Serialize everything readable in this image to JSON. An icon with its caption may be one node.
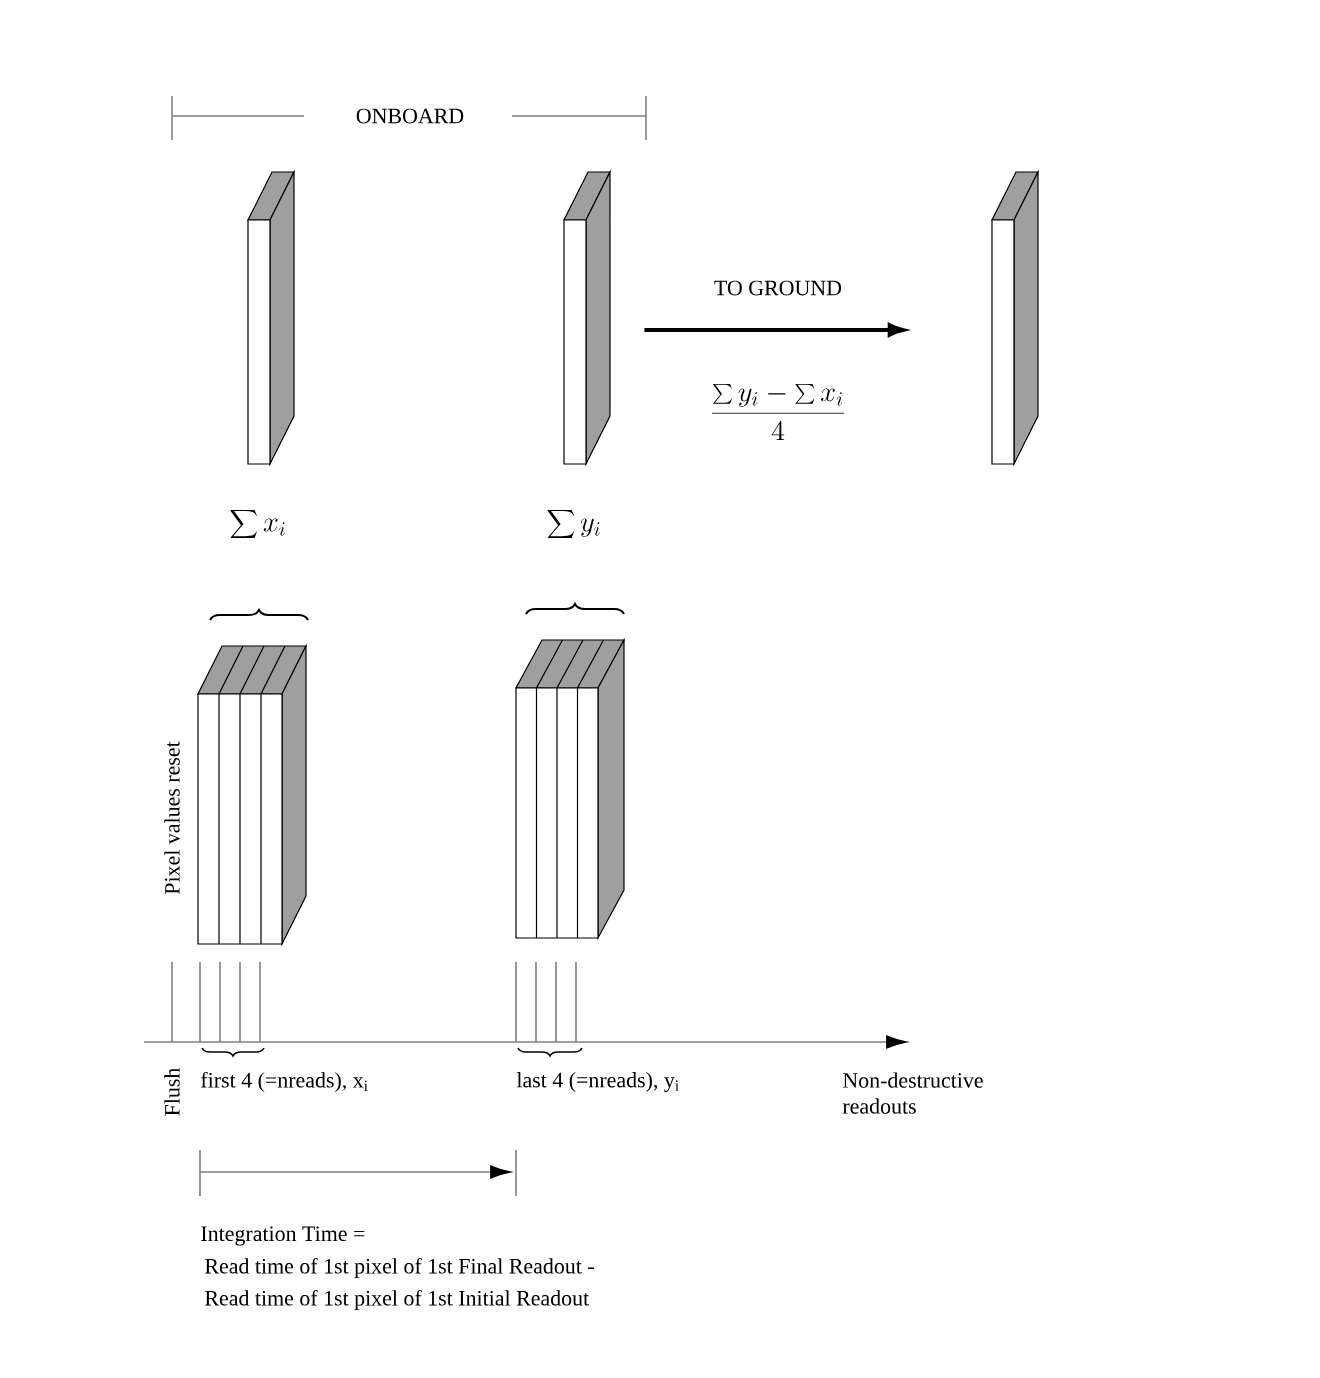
{
  "diagram": {
    "nodes": [
      {
        "text": [],
        "shape": "box",
        "beside": [
          "\\sum x_i"
        ]
      },
      {
        "text": [],
        "shape": "box",
        "beside": [
          "\\sum y_i"
        ]
      },
      {
        "text": [],
        "shape": "box"
      },
      {
        "text": [],
        "shape": "box"
      },
      {
        "text": [],
        "shape": "box"
      }
    ],
    "edges": [
      {
        "from": 1,
        "to": 2,
        "arrow": "to",
        "label": "TO GROUND"
      }
    ],
    "labels": [
      "ONBOARD",
      "\\frac{\\sum y_i - \\sum x_i}{4}",
      "Pixel values reset",
      "Flush",
      "first 4 (=nreads), x$_{i}$",
      "last 4 (=nreads), y$_{i}$",
      "Non-destructive readouts",
      "Integration Time =",
      "Read time of 1st pixel of 1st Final Readout -",
      "Read time of 1st pixel of 1st Initial Readout"
    ]
  }
}
